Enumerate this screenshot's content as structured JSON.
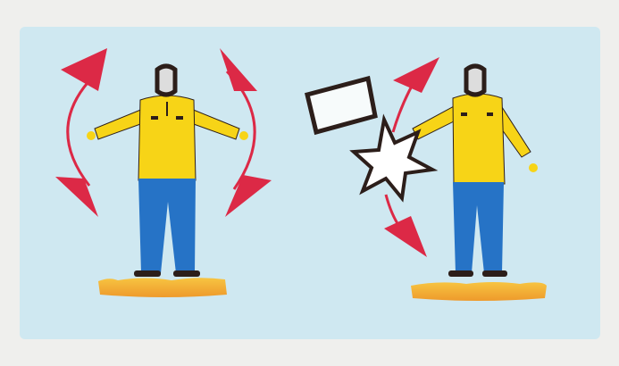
{
  "image": {
    "kind": "safety-pictogram",
    "panels": [
      {
        "name": "left",
        "depicts": "worker-arms-waving-up-and-down"
      },
      {
        "name": "right",
        "depicts": "worker-signal-flag-flash"
      }
    ]
  },
  "colors": {
    "background": "#efefed",
    "panel": "#cfe8f1",
    "shirt": "#f7d417",
    "pants": "#2673c6",
    "arrow": "#dc2946",
    "ground": "#f0a733",
    "outline": "#2c1e1a"
  }
}
